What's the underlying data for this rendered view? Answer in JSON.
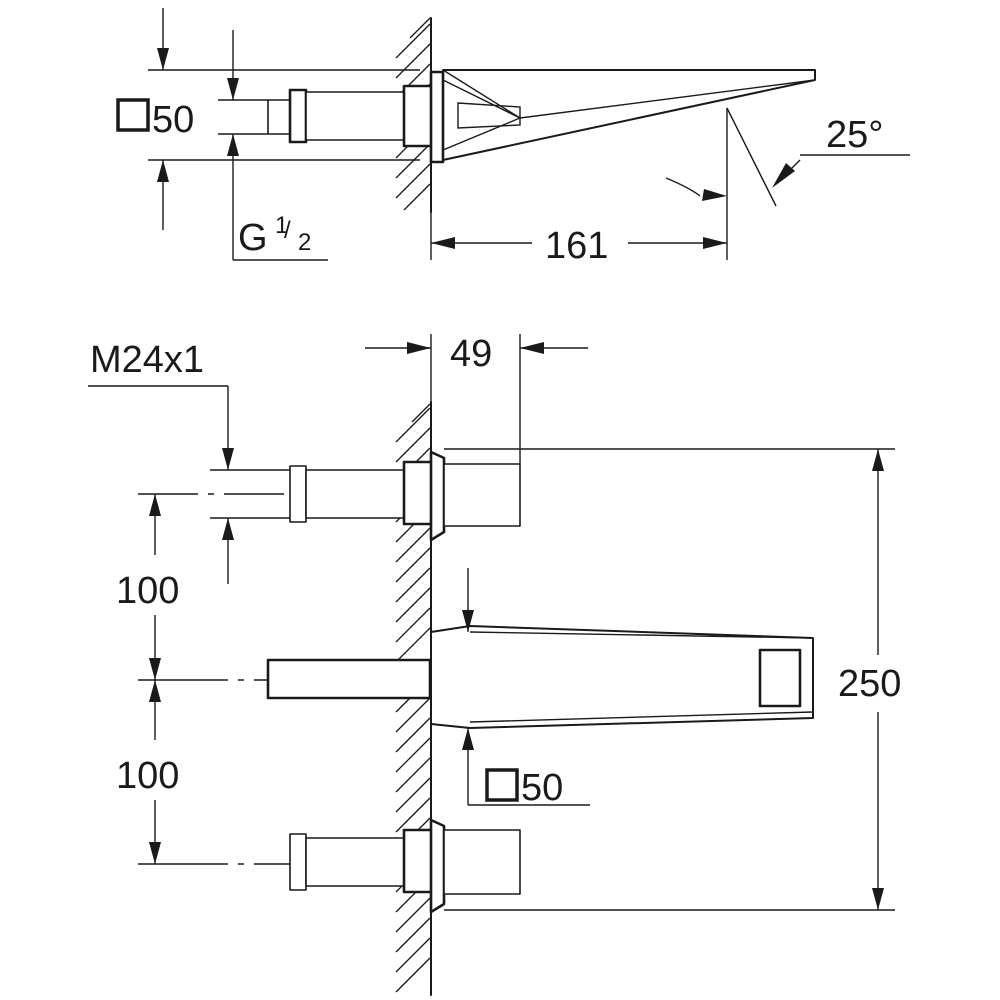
{
  "top_view": {
    "square_size": "50",
    "thread_g": "G",
    "thread_frac_num": "1",
    "thread_frac_den": "2",
    "projection": "161",
    "angle": "25°"
  },
  "front_view": {
    "thread_m": "M24x1",
    "depth": "49",
    "spacing_upper": "100",
    "spacing_lower": "100",
    "total_height": "250",
    "spout_square": "50"
  }
}
